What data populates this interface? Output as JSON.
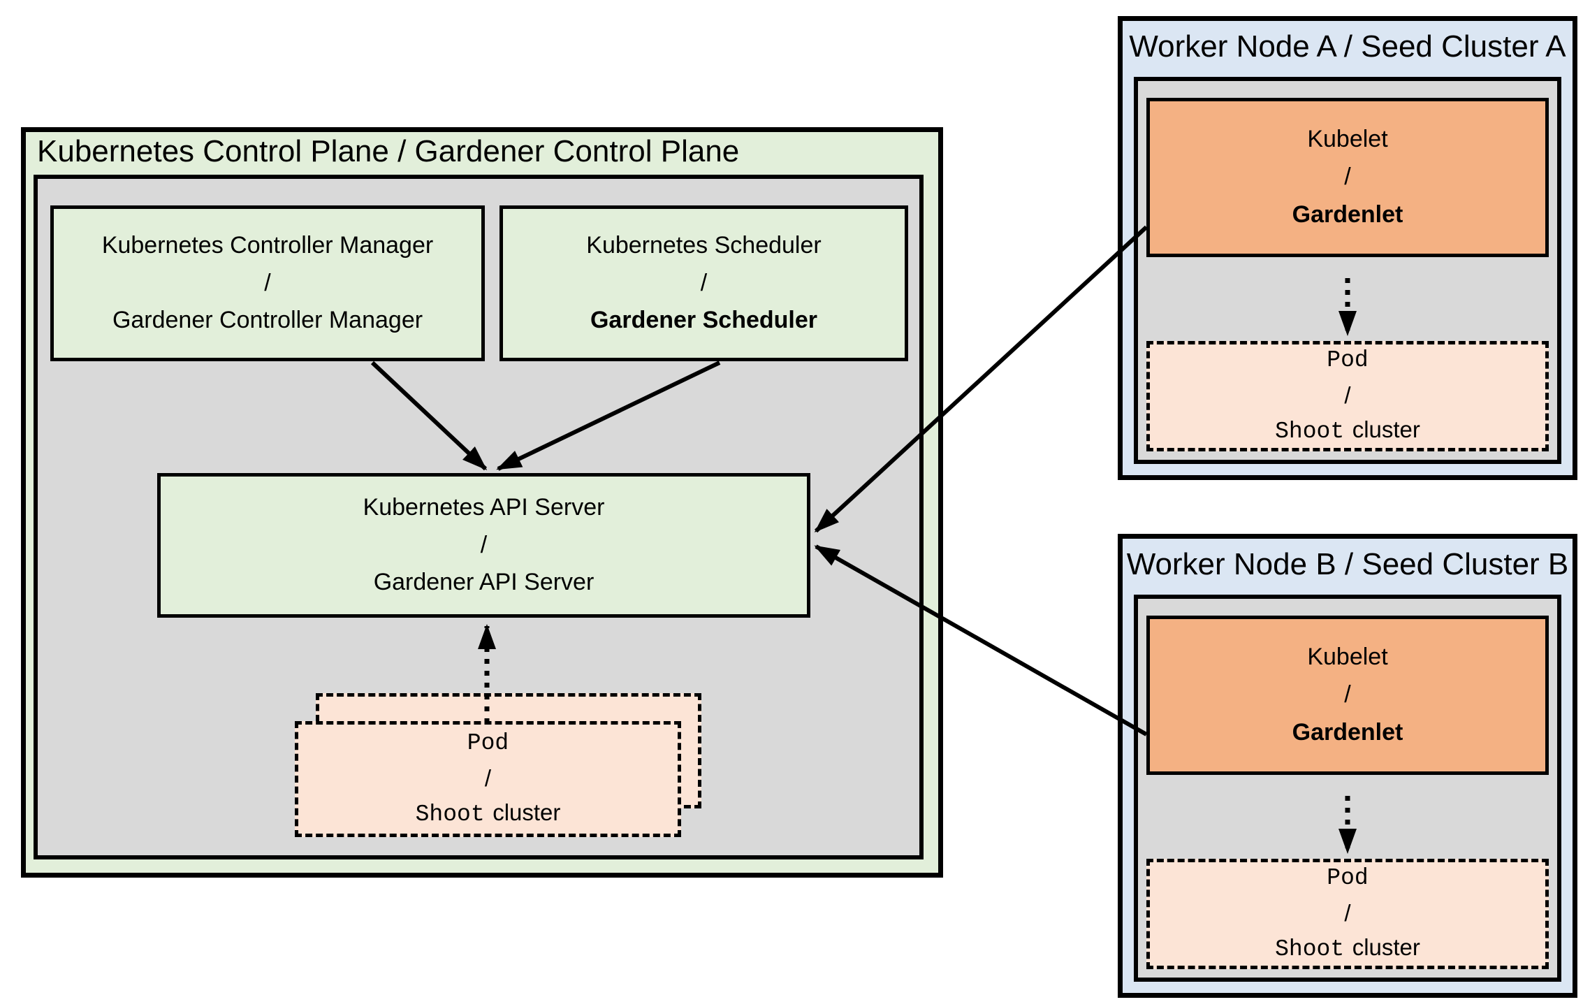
{
  "colors": {
    "container_green": "#e2efda",
    "container_blue": "#dbe6f3",
    "inner_gray": "#d9d9d9",
    "kubelet_orange": "#f4b183",
    "pod_peach": "#fce4d6",
    "line_black": "#000000"
  },
  "control_plane": {
    "title": "Kubernetes Control Plane / Gardener Control Plane",
    "controller_manager": {
      "line1": "Kubernetes Controller Manager",
      "separator": "/",
      "line2": "Gardener Controller Manager"
    },
    "scheduler": {
      "line1": "Kubernetes Scheduler",
      "separator": "/",
      "line2": "Gardener Scheduler"
    },
    "api_server": {
      "line1": "Kubernetes API Server",
      "separator": "/",
      "line2": "Gardener API Server"
    },
    "pod_stack": {
      "line1": "Pod",
      "separator": "/",
      "line2_mono": "Shoot",
      "line2_plain": "cluster"
    }
  },
  "worker_node_a": {
    "title": "Worker Node A / Seed Cluster A",
    "kubelet": {
      "line1": "Kubelet",
      "separator": "/",
      "line2": "Gardenlet"
    },
    "pod": {
      "line1": "Pod",
      "separator": "/",
      "line2_mono": "Shoot",
      "line2_plain": "cluster"
    }
  },
  "worker_node_b": {
    "title": "Worker Node B / Seed Cluster B",
    "kubelet": {
      "line1": "Kubelet",
      "separator": "/",
      "line2": "Gardenlet"
    },
    "pod": {
      "line1": "Pod",
      "separator": "/",
      "line2_mono": "Shoot",
      "line2_plain": "cluster"
    }
  }
}
